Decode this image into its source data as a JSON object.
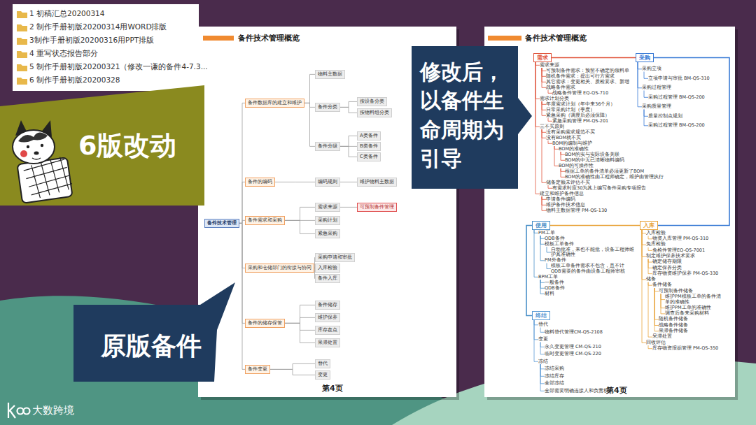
{
  "diagram": {
    "nodes": [
      {
        "text": [
          "6版改动"
        ]
      },
      {
        "text": [
          "修改后， 以备件生 命周期为 引导"
        ]
      },
      {
        "text": [
          "原版备件"
        ]
      },
      {
        "text": [
          "备件技术管理"
        ]
      },
      {
        "text": [
          "备件数据库的建立和维护"
        ]
      },
      {
        "text": [
          "备件的编码"
        ]
      },
      {
        "text": [
          "备件需求和采购"
        ]
      },
      {
        "text": [
          "采购和仓储部门的衔接与协同"
        ]
      },
      {
        "text": [
          "备件的储存保管"
        ]
      },
      {
        "text": [
          "备件变更"
        ]
      },
      {
        "text": [
          "物料主数据"
        ]
      },
      {
        "text": [
          "备件分类"
        ]
      },
      {
        "text": [
          "备件分级"
        ]
      },
      {
        "text": [
          "按设备分类"
        ]
      },
      {
        "text": [
          "按物料组分类"
        ]
      },
      {
        "text": [
          "A类备件"
        ]
      },
      {
        "text": [
          "B类备件"
        ]
      },
      {
        "text": [
          "C类备件"
        ]
      },
      {
        "text": [
          "编码规则"
        ]
      },
      {
        "text": [
          "维护物料主数据"
        ]
      },
      {
        "text": [
          "需求来源"
        ]
      },
      {
        "text": [
          "采购计划"
        ]
      },
      {
        "text": [
          "紧急采购"
        ]
      },
      {
        "text": [
          "可预制备件管理"
        ]
      },
      {
        "text": [
          "采购申请和审批"
        ]
      },
      {
        "text": [
          "入库检验"
        ]
      },
      {
        "text": [
          "备件入库"
        ]
      },
      {
        "text": [
          "备件储存"
        ]
      },
      {
        "text": [
          "维护保养"
        ]
      },
      {
        "text": [
          "库存盘点"
        ]
      },
      {
        "text": [
          "呆滞处置"
        ]
      },
      {
        "text": [
          "替代"
        ]
      },
      {
        "text": [
          "变更"
        ]
      },
      {
        "text": [
          "需求"
        ]
      },
      {
        "text": [
          "需求来源"
        ]
      },
      {
        "text": [
          "可预制备件需求：预留不确定的领料单"
        ]
      },
      {
        "text": [
          "随机备件需求：提出可行方需求"
        ]
      },
      {
        "text": [
          "其它需求：变更相关、质检要求、新增"
        ]
      },
      {
        "text": [
          "战略备件需求"
        ]
      },
      {
        "text": [
          "战略备件管理 EQ-QS-710"
        ]
      },
      {
        "text": [
          "需求计划分类"
        ]
      },
      {
        "text": [
          "年度需求计划（年中来36个月）"
        ]
      },
      {
        "text": [
          "日常采购计划（季度）"
        ]
      },
      {
        "text": [
          "紧急采购（调度后必须保障）"
        ]
      },
      {
        "text": [
          "紧急采购管理 PM-QS-201"
        ]
      },
      {
        "text": [
          "三不买原则"
        ]
      },
      {
        "text": [
          "没有采购需求规范不买"
        ]
      },
      {
        "text": [
          "没有BOM就不买"
        ]
      },
      {
        "text": [
          "BOM的编制与维护"
        ]
      },
      {
        "text": [
          "BOM的准确性"
        ]
      },
      {
        "text": [
          "BOM的实与实际设备关联"
        ]
      },
      {
        "text": [
          "BOM的中无已清晰物料编码"
        ]
      },
      {
        "text": [
          "BOM的可操作性"
        ]
      },
      {
        "text": [
          "根据工单的备件清单必须更新了BOM"
        ]
      },
      {
        "text": [
          "BOM的准确性由工程师确定，维护由管理执行"
        ]
      },
      {
        "text": [
          "储备定额未评估不买"
        ]
      },
      {
        "text": [
          "有需求时应30为其上编写备件采购专项报告"
        ]
      },
      {
        "text": [
          "建立和维护备件信息"
        ]
      },
      {
        "text": [
          "申请备件编码"
        ]
      },
      {
        "text": [
          "维护备件技术信息"
        ]
      },
      {
        "text": [
          "物料主数据管理 PM-QS-130"
        ]
      },
      {
        "text": [
          "采购"
        ]
      },
      {
        "text": [
          "采购立项"
        ]
      },
      {
        "text": [
          "立项申请与审批 BM-QS-310"
        ]
      },
      {
        "text": [
          "采购过程管理"
        ]
      },
      {
        "text": [
          "采购过程管理 BM-QS-200"
        ]
      },
      {
        "text": [
          "采购质量管理"
        ]
      },
      {
        "text": [
          "质量控制点规划"
        ]
      },
      {
        "text": [
          "采购过程管理 BM-QS-200"
        ]
      },
      {
        "text": [
          "使用"
        ]
      },
      {
        "text": [
          "PM工单"
        ]
      },
      {
        "text": [
          "QDB备件"
        ]
      },
      {
        "text": [
          "模板工单备件"
        ]
      },
      {
        "text": [
          "自动批准，来也不能批，设备工程师维护其准确性"
        ]
      },
      {
        "text": [
          "PM外备件"
        ]
      },
      {
        "text": [
          "模板工单备件需求不包含，且不计 QDB需要的备件由设备工程师审核"
        ]
      },
      {
        "text": [
          "BPM工单"
        ]
      },
      {
        "text": [
          "一般备件"
        ]
      },
      {
        "text": [
          "QDB备件"
        ]
      },
      {
        "text": [
          "材料"
        ]
      },
      {
        "text": [
          "入库"
        ]
      },
      {
        "text": [
          "入库检验"
        ]
      },
      {
        "text": [
          "物资入库管理 PM-QS-310"
        ]
      },
      {
        "text": [
          "免库检验"
        ]
      },
      {
        "text": [
          "免检件管理EQ-QS-7001"
        ]
      },
      {
        "text": [
          "制定维护保养技术要求"
        ]
      },
      {
        "text": [
          "确定储存期限"
        ]
      },
      {
        "text": [
          "确定保养分类"
        ]
      },
      {
        "text": [
          "库存物资维护保养 PM-QS-330"
        ]
      },
      {
        "text": [
          "储备"
        ]
      },
      {
        "text": [
          "备件储备"
        ]
      },
      {
        "text": [
          "可预制备件储备"
        ]
      },
      {
        "text": [
          "维护PM模板工单的备件清单的准确性"
        ]
      },
      {
        "text": [
          "维护PM工单的准确性"
        ]
      },
      {
        "text": [
          "调查后备来采购材料"
        ]
      },
      {
        "text": [
          "随机备件储备"
        ]
      },
      {
        "text": [
          "战略备件储备"
        ]
      },
      {
        "text": [
          "呆滞备件储备"
        ]
      },
      {
        "text": [
          "呆滞处置"
        ]
      },
      {
        "text": [
          "回收评估"
        ]
      },
      {
        "text": [
          "库存物资报损管理 PM-QS-350"
        ]
      },
      {
        "text": [
          "终结"
        ]
      },
      {
        "text": [
          "替代"
        ]
      },
      {
        "text": [
          "物料替代管理CM-QS-2108"
        ]
      },
      {
        "text": [
          "变更"
        ]
      },
      {
        "text": [
          "永久变更管理 CM-QS-210"
        ]
      },
      {
        "text": [
          "临时变更管理 CM-QS-220"
        ]
      },
      {
        "text": [
          "冻结"
        ]
      },
      {
        "text": [
          "冻结采购"
        ]
      },
      {
        "text": [
          "冻结库存"
        ]
      },
      {
        "text": [
          "全部冻结"
        ]
      },
      {
        "text": [
          "全部需要明确连接人和负责权"
        ]
      }
    ],
    "edges": [
      {
        "from": 3,
        "to": 4,
        "arrow": "none"
      },
      {
        "from": 3,
        "to": 5,
        "arrow": "none"
      },
      {
        "from": 3,
        "to": 6,
        "arrow": "none"
      },
      {
        "from": 3,
        "to": 7,
        "arrow": "none"
      },
      {
        "from": 3,
        "to": 8,
        "arrow": "none"
      },
      {
        "from": 3,
        "to": 9,
        "arrow": "none"
      },
      {
        "from": 4,
        "to": 10,
        "arrow": "none"
      },
      {
        "from": 4,
        "to": 11,
        "arrow": "none"
      },
      {
        "from": 4,
        "to": 12,
        "arrow": "none"
      },
      {
        "from": 11,
        "to": 13,
        "arrow": "none"
      },
      {
        "from": 11,
        "to": 14,
        "arrow": "none"
      },
      {
        "from": 12,
        "to": 15,
        "arrow": "none"
      },
      {
        "from": 12,
        "to": 16,
        "arrow": "none"
      },
      {
        "from": 12,
        "to": 17,
        "arrow": "none"
      },
      {
        "from": 5,
        "to": 18,
        "arrow": "none"
      },
      {
        "from": 18,
        "to": 19,
        "arrow": "none"
      },
      {
        "from": 6,
        "to": 20,
        "arrow": "none"
      },
      {
        "from": 6,
        "to": 21,
        "arrow": "none"
      },
      {
        "from": 6,
        "to": 22,
        "arrow": "none"
      },
      {
        "from": 20,
        "to": 23,
        "arrow": "none"
      },
      {
        "from": 7,
        "to": 24,
        "arrow": "none"
      },
      {
        "from": 7,
        "to": 25,
        "arrow": "none"
      },
      {
        "from": 7,
        "to": 26,
        "arrow": "none"
      },
      {
        "from": 8,
        "to": 27,
        "arrow": "none"
      },
      {
        "from": 8,
        "to": 28,
        "arrow": "none"
      },
      {
        "from": 8,
        "to": 29,
        "arrow": "none"
      },
      {
        "from": 8,
        "to": 30,
        "arrow": "none"
      },
      {
        "from": 9,
        "to": 31,
        "arrow": "none"
      },
      {
        "from": 9,
        "to": 32,
        "arrow": "none"
      },
      {
        "from": 33,
        "to": 34,
        "arrow": "none"
      },
      {
        "from": 34,
        "to": 35,
        "arrow": "none"
      },
      {
        "from": 34,
        "to": 36,
        "arrow": "none"
      },
      {
        "from": 34,
        "to": 37,
        "arrow": "none"
      },
      {
        "from": 34,
        "to": 38,
        "arrow": "none"
      },
      {
        "from": 38,
        "to": 39,
        "arrow": "none"
      },
      {
        "from": 33,
        "to": 40,
        "arrow": "none"
      },
      {
        "from": 40,
        "to": 41,
        "arrow": "none"
      },
      {
        "from": 40,
        "to": 42,
        "arrow": "none"
      },
      {
        "from": 40,
        "to": 43,
        "arrow": "none"
      },
      {
        "from": 43,
        "to": 44,
        "arrow": "none"
      },
      {
        "from": 33,
        "to": 45,
        "arrow": "none"
      },
      {
        "from": 45,
        "to": 46,
        "arrow": "none"
      },
      {
        "from": 45,
        "to": 47,
        "arrow": "none"
      },
      {
        "from": 47,
        "to": 48,
        "arrow": "none"
      },
      {
        "from": 48,
        "to": 49,
        "arrow": "none"
      },
      {
        "from": 49,
        "to": 50,
        "arrow": "none"
      },
      {
        "from": 49,
        "to": 51,
        "arrow": "none"
      },
      {
        "from": 48,
        "to": 52,
        "arrow": "none"
      },
      {
        "from": 52,
        "to": 53,
        "arrow": "none"
      },
      {
        "from": 52,
        "to": 54,
        "arrow": "none"
      },
      {
        "from": 45,
        "to": 55,
        "arrow": "none"
      },
      {
        "from": 55,
        "to": 56,
        "arrow": "none"
      },
      {
        "from": 33,
        "to": 57,
        "arrow": "none"
      },
      {
        "from": 57,
        "to": 58,
        "arrow": "none"
      },
      {
        "from": 57,
        "to": 59,
        "arrow": "none"
      },
      {
        "from": 57,
        "to": 60,
        "arrow": "none"
      },
      {
        "from": 61,
        "to": 62,
        "arrow": "none"
      },
      {
        "from": 62,
        "to": 63,
        "arrow": "none"
      },
      {
        "from": 61,
        "to": 64,
        "arrow": "none"
      },
      {
        "from": 64,
        "to": 65,
        "arrow": "none"
      },
      {
        "from": 61,
        "to": 66,
        "arrow": "none"
      },
      {
        "from": 66,
        "to": 67,
        "arrow": "none"
      },
      {
        "from": 66,
        "to": 68,
        "arrow": "none"
      },
      {
        "from": 69,
        "to": 70,
        "arrow": "none"
      },
      {
        "from": 70,
        "to": 71,
        "arrow": "none"
      },
      {
        "from": 70,
        "to": 72,
        "arrow": "none"
      },
      {
        "from": 72,
        "to": 73,
        "arrow": "none"
      },
      {
        "from": 70,
        "to": 74,
        "arrow": "none"
      },
      {
        "from": 74,
        "to": 75,
        "arrow": "none"
      },
      {
        "from": 69,
        "to": 76,
        "arrow": "none"
      },
      {
        "from": 76,
        "to": 77,
        "arrow": "none"
      },
      {
        "from": 76,
        "to": 78,
        "arrow": "none"
      },
      {
        "from": 76,
        "to": 79,
        "arrow": "none"
      },
      {
        "from": 80,
        "to": 81,
        "arrow": "none"
      },
      {
        "from": 81,
        "to": 82,
        "arrow": "none"
      },
      {
        "from": 80,
        "to": 83,
        "arrow": "none"
      },
      {
        "from": 83,
        "to": 84,
        "arrow": "none"
      },
      {
        "from": 80,
        "to": 85,
        "arrow": "none"
      },
      {
        "from": 85,
        "to": 86,
        "arrow": "none"
      },
      {
        "from": 85,
        "to": 87,
        "arrow": "none"
      },
      {
        "from": 85,
        "to": 88,
        "arrow": "none"
      },
      {
        "from": 80,
        "to": 89,
        "arrow": "none"
      },
      {
        "from": 89,
        "to": 90,
        "arrow": "none"
      },
      {
        "from": 90,
        "to": 91,
        "arrow": "none"
      },
      {
        "from": 91,
        "to": 92,
        "arrow": "none"
      },
      {
        "from": 91,
        "to": 93,
        "arrow": "none"
      },
      {
        "from": 91,
        "to": 94,
        "arrow": "none"
      },
      {
        "from": 90,
        "to": 95,
        "arrow": "none"
      },
      {
        "from": 90,
        "to": 96,
        "arrow": "none"
      },
      {
        "from": 90,
        "to": 97,
        "arrow": "none"
      },
      {
        "from": 89,
        "to": 98,
        "arrow": "none"
      },
      {
        "from": 80,
        "to": 99,
        "arrow": "none"
      },
      {
        "from": 99,
        "to": 100,
        "arrow": "none"
      },
      {
        "from": 101,
        "to": 102,
        "arrow": "none"
      },
      {
        "from": 102,
        "to": 103,
        "arrow": "none"
      },
      {
        "from": 101,
        "to": 104,
        "arrow": "none"
      },
      {
        "from": 104,
        "to": 105,
        "arrow": "none"
      },
      {
        "from": 104,
        "to": 106,
        "arrow": "none"
      },
      {
        "from": 101,
        "to": 107,
        "arrow": "none"
      },
      {
        "from": 107,
        "to": 108,
        "arrow": "none"
      },
      {
        "from": 107,
        "to": 109,
        "arrow": "none"
      },
      {
        "from": 107,
        "to": 110,
        "arrow": "none"
      },
      {
        "from": 107,
        "to": 111,
        "arrow": "none"
      },
      {
        "from": 33,
        "to": 61,
        "arrow": "none"
      },
      {
        "from": 61,
        "to": 80,
        "arrow": "none"
      },
      {
        "from": 80,
        "to": 69,
        "arrow": "none"
      },
      {
        "from": 69,
        "to": 101,
        "arrow": "none"
      }
    ],
    "labels": [
      "1 初稿汇总20200314",
      "2 制作手册初版20200314用WORD排版",
      "3制作手册初版20200316用PPT排版",
      "4 重写状态报告部分",
      "5 制作手册初版20200321（修改一谦的备件4-7.3...",
      "6 制作手册初版20200328",
      "备件技术管理概览",
      "第4页",
      "备件技术管理概览",
      "第4页",
      "大数跨境"
    ]
  }
}
